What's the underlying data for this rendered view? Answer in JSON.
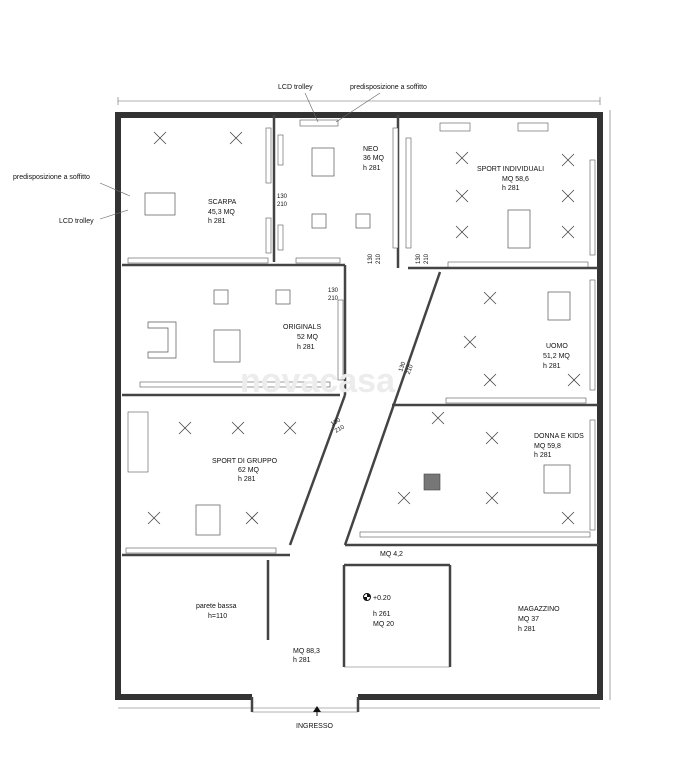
{
  "callouts": {
    "lcd_trolley_top": "LCD trolley",
    "predisposizione_top": "predisposizione a soffitto",
    "predisposizione_left": "predisposizione a soffitto",
    "lcd_trolley_left": "LCD trolley"
  },
  "rooms": {
    "scarpa": {
      "name": "SCARPA",
      "area": "45,3 MQ",
      "height": "h 281"
    },
    "neo": {
      "name": "NEO",
      "area": "36 MQ",
      "height": "h 281"
    },
    "sport_individuali": {
      "name": "SPORT INDIVIDUALI",
      "area": "MQ 58,6",
      "height": "h 281"
    },
    "originals": {
      "name": "ORIGINALS",
      "area": "52 MQ",
      "height": "h 281"
    },
    "uomo": {
      "name": "UOMO",
      "area": "51,2 MQ",
      "height": "h 281"
    },
    "sport_di_gruppo": {
      "name": "SPORT DI GRUPPO",
      "area": "62 MQ",
      "height": "h 281"
    },
    "donna_kids": {
      "name": "DONNA E KIDS",
      "area": "MQ 59,8",
      "height": "h 281"
    },
    "corridoio": {
      "area": "MQ 4,2"
    },
    "deposito": {
      "level": "+0.20",
      "height": "h 261",
      "area": "MQ 20"
    },
    "magazzino": {
      "name": "MAGAZZINO",
      "area": "MQ 37",
      "height": "h 281"
    },
    "ingresso_area": {
      "note": "parete bassa",
      "note_height": "h=110",
      "area": "MQ 88,3",
      "height": "h 281"
    }
  },
  "doors": {
    "d1": {
      "w": "130",
      "h": "210"
    },
    "d2": {
      "w": "130",
      "h": "210"
    },
    "d3": {
      "w": "130",
      "h": "210"
    },
    "d4": {
      "w": "130",
      "h": "210"
    },
    "d5": {
      "w": "130",
      "h": "210"
    },
    "d6": {
      "w": "130",
      "h": "210"
    }
  },
  "entrance": {
    "label": "INGRESSO"
  },
  "watermark": "novacasa"
}
